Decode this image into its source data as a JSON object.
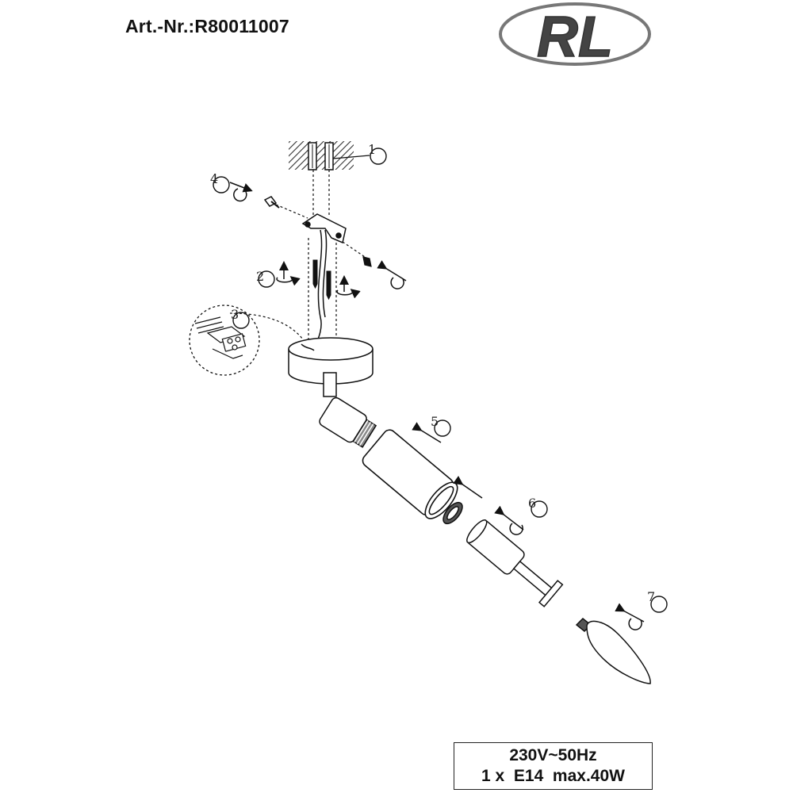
{
  "header": {
    "article_number": "Art.-Nr.:R80011007",
    "logo_text": "RL"
  },
  "assembly_steps": [
    "1",
    "2",
    "3",
    "4",
    "5",
    "6",
    "7"
  ],
  "spec_box": {
    "line1": "230V~50Hz",
    "line2": "1 x  E14  max.40W"
  },
  "colors": {
    "ink": "#111111",
    "logo_gray": "#444444",
    "logo_border": "#777777"
  }
}
